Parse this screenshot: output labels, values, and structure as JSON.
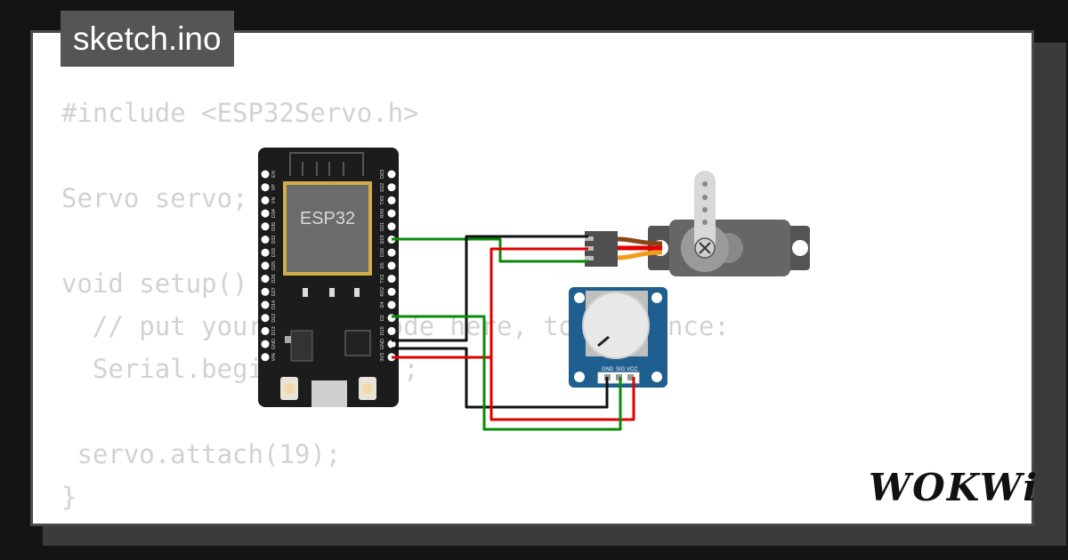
{
  "file_tab": {
    "name": "sketch.ino"
  },
  "code_lines": [
    "#include <ESP32Servo.h>",
    "",
    "Servo servo;",
    "",
    "void setup() {",
    "  // put your setup code here, to run once:",
    "  Serial.begin(115200);",
    "",
    " servo.attach(19);",
    "}"
  ],
  "board": {
    "chip_label": "ESP32",
    "left_pins": [
      "EN",
      "VP",
      "VN",
      "D34",
      "D35",
      "D32",
      "D33",
      "D25",
      "D26",
      "D27",
      "D14",
      "D12",
      "D13",
      "GND",
      "VIN"
    ],
    "right_pins": [
      "D23",
      "D22",
      "TX0",
      "RX0",
      "D21",
      "D19",
      "D18",
      "D5",
      "TX2",
      "RX2",
      "D4",
      "D2",
      "D15",
      "GND",
      "3V3"
    ]
  },
  "potentiometer": {
    "pin_labels": [
      "GND",
      "SIG",
      "VCC"
    ]
  },
  "wire_colors": {
    "green": "#0a8a0a",
    "red": "#e00000",
    "black": "#111111"
  },
  "branding": {
    "logo": "WOKWi"
  }
}
